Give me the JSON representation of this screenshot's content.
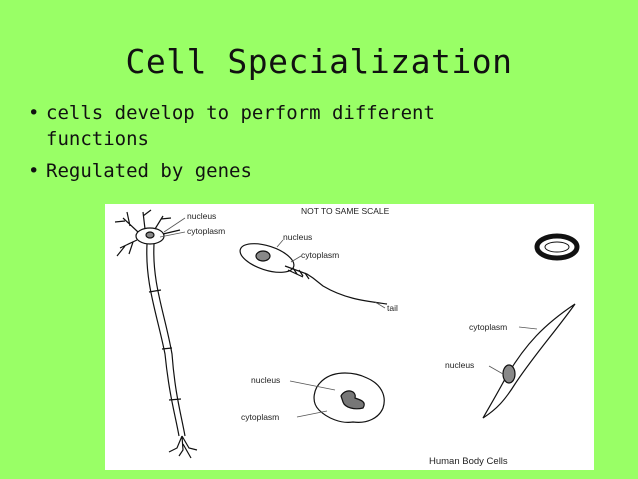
{
  "slide": {
    "title": "Cell Specialization",
    "bullets": [
      "cells develop to perform different functions",
      "Regulated by genes"
    ]
  },
  "figure": {
    "header": "NOT TO SAME SCALE",
    "caption": "Human Body Cells",
    "labels": {
      "neuron_nucleus": "nucleus",
      "neuron_cytoplasm": "cytoplasm",
      "sperm_nucleus": "nucleus",
      "sperm_cytoplasm": "cytoplasm",
      "sperm_tail": "tail",
      "muscle_cytoplasm": "cytoplasm",
      "muscle_nucleus": "nucleus",
      "amoeboid_nucleus": "nucleus",
      "amoeboid_cytoplasm": "cytoplasm"
    }
  }
}
